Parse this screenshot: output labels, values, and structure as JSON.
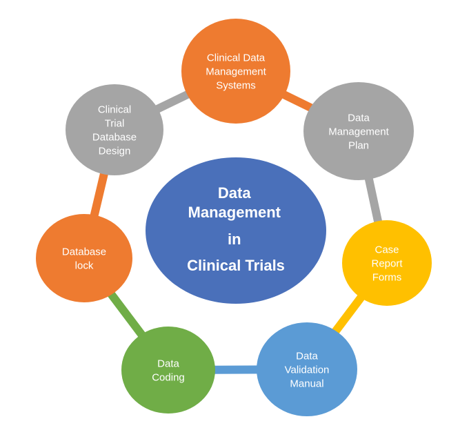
{
  "center": {
    "lines": [
      "Data",
      "Management",
      "in",
      "Clinical Trials"
    ],
    "color": "#4a70ba"
  },
  "nodes": [
    {
      "id": "clinical-data-management-systems",
      "lines": [
        "Clinical Data",
        "Management",
        "Systems"
      ],
      "color": "#ee7b30"
    },
    {
      "id": "data-management-plan",
      "lines": [
        "Data",
        "Management",
        "Plan"
      ],
      "color": "#a5a5a5"
    },
    {
      "id": "case-report-forms",
      "lines": [
        "Case",
        "Report",
        "Forms"
      ],
      "color": "#ffc000"
    },
    {
      "id": "data-validation-manual",
      "lines": [
        "Data",
        "Validation",
        "Manual"
      ],
      "color": "#5b9bd5"
    },
    {
      "id": "data-coding",
      "lines": [
        "Data",
        "Coding"
      ],
      "color": "#70ad47"
    },
    {
      "id": "database-lock",
      "lines": [
        "Database",
        "lock"
      ],
      "color": "#ee7b30"
    },
    {
      "id": "clinical-trial-database-design",
      "lines": [
        "Clinical",
        "Trial",
        "Database",
        "Design"
      ],
      "color": "#a5a5a5"
    }
  ],
  "ring_segments": [
    {
      "from": "clinical-data-management-systems",
      "to": "data-management-plan",
      "color": "#ee7b30"
    },
    {
      "from": "data-management-plan",
      "to": "case-report-forms",
      "color": "#a5a5a5"
    },
    {
      "from": "case-report-forms",
      "to": "data-validation-manual",
      "color": "#ffc000"
    },
    {
      "from": "data-validation-manual",
      "to": "data-coding",
      "color": "#5b9bd5"
    },
    {
      "from": "data-coding",
      "to": "database-lock",
      "color": "#70ad47"
    },
    {
      "from": "database-lock",
      "to": "clinical-trial-database-design",
      "color": "#ee7b30"
    },
    {
      "from": "clinical-trial-database-design",
      "to": "clinical-data-management-systems",
      "color": "#a5a5a5"
    }
  ]
}
